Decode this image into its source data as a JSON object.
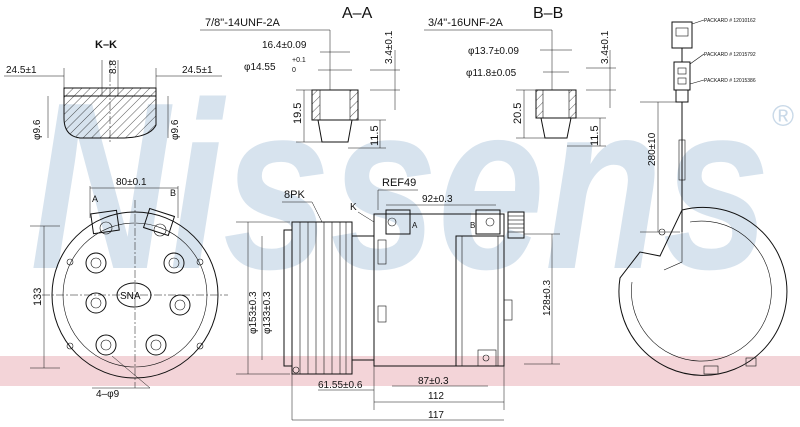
{
  "watermark": {
    "text": "Nissens",
    "registered_mark": "®",
    "text_color": "#c9d9e8",
    "band_color": "#f3d4d8"
  },
  "sections": {
    "kk": "K–K",
    "aa": "A–A",
    "bb": "B–B"
  },
  "section_kk": {
    "width_left": "24.5±1",
    "width_center": "8.8",
    "width_right": "24.5±1",
    "dia_left": "φ9.6",
    "dia_right": "φ9.6"
  },
  "section_aa": {
    "thread": "7/8\"-14UNF-2A",
    "dim_16": "16.4±0.09",
    "dim_14": "φ14.55",
    "dim_14_tol_plus": "+0.1",
    "dim_14_tol_minus": "0",
    "dim_3_4": "3.4±0.1",
    "dim_19_5": "19.5",
    "dim_11_5": "11.5"
  },
  "section_bb": {
    "thread": "3/4\"-16UNF-2A",
    "dim_13_7": "φ13.7±0.09",
    "dim_11_8": "φ11.8±0.05",
    "dim_3_4": "3.4±0.1",
    "dim_20_5": "20.5",
    "dim_11_5": "11.5"
  },
  "connector": {
    "label_1": "PACKARD # 12010162",
    "label_2": "PACKARD # 12015792",
    "label_3": "PACKARD # 12015386",
    "cable_length": "280±10"
  },
  "front_view": {
    "width_80": "80±0.1",
    "height_133": "133",
    "holes": "4–φ9",
    "label_a": "A",
    "label_b": "B",
    "label_sna": "SNA"
  },
  "side_view": {
    "belt": "8PK",
    "ref": "REF49",
    "label_k": "K",
    "dim_92": "92±0.3",
    "dia_153": "φ153±0.3",
    "dia_133": "φ133±0.3",
    "dim_128": "128±0.3",
    "dim_61": "61.55±0.6",
    "dim_87": "87±0.3",
    "dim_112": "112",
    "dim_117": "117",
    "label_a": "A",
    "label_b": "B"
  }
}
